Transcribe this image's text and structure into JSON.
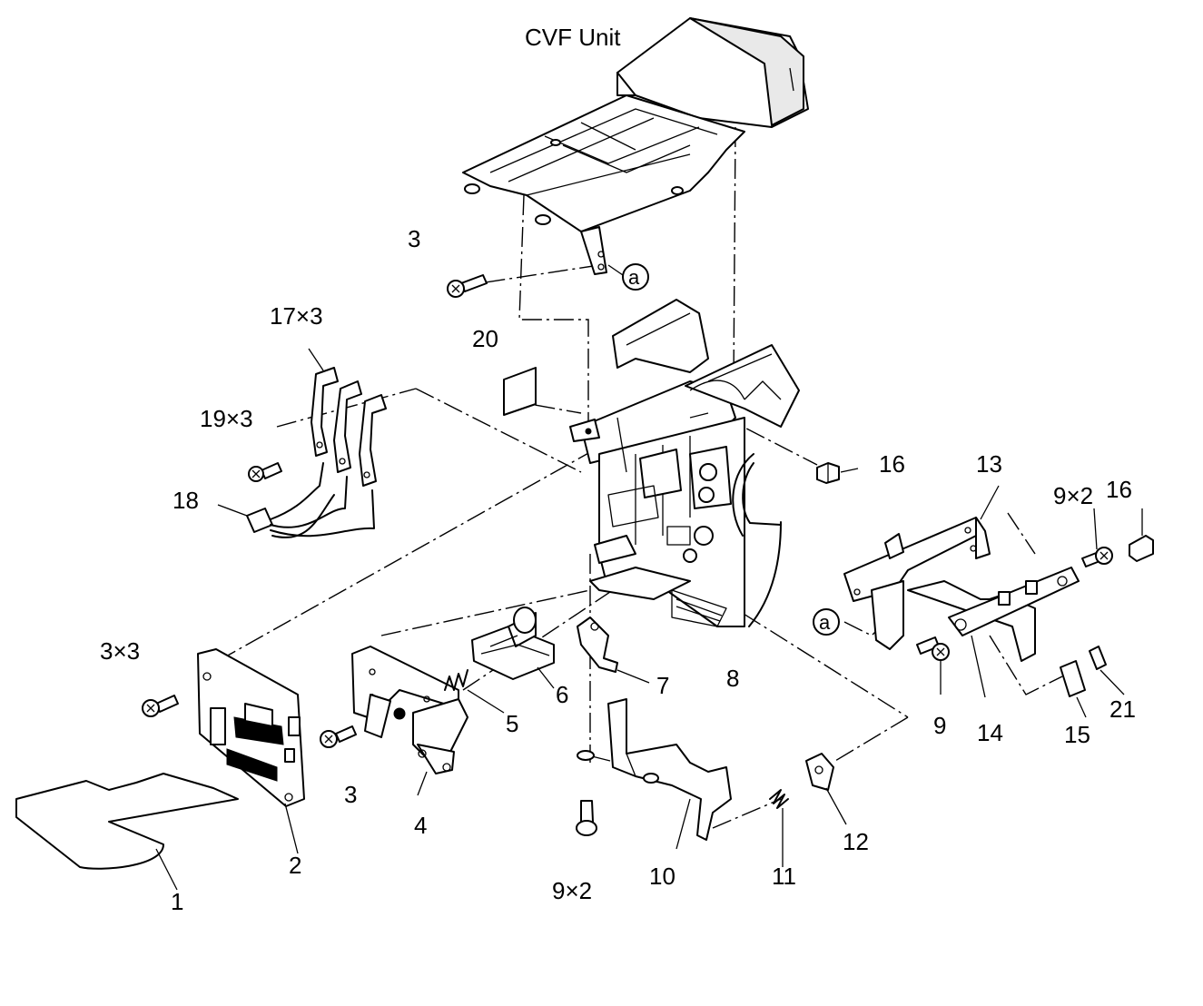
{
  "diagram": {
    "title": "CVF Unit",
    "reference_mark": "a",
    "labels": {
      "p1": "1",
      "p2": "2",
      "p3a": "3",
      "p3b": "3",
      "p3x3": "3×3",
      "p4": "4",
      "p5": "5",
      "p6": "6",
      "p7": "7",
      "p8": "8",
      "p9a": "9",
      "p9x2a": "9×2",
      "p9x2b": "9×2",
      "p10": "10",
      "p11": "11",
      "p12": "12",
      "p13": "13",
      "p14": "14",
      "p15": "15",
      "p16a": "16",
      "p16b": "16",
      "p17x3": "17×3",
      "p18": "18",
      "p19x3": "19×3",
      "p20": "20",
      "p21": "21"
    }
  }
}
